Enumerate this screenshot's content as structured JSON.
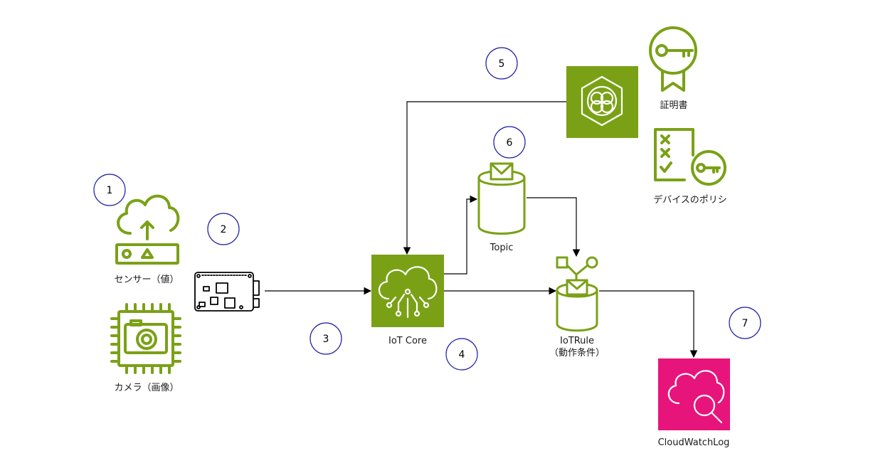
{
  "nodes": {
    "sensor": {
      "label": "センサー（値）",
      "icon": "cloud-upload-sensor-icon"
    },
    "camera": {
      "label": "カメラ（画像）",
      "icon": "camera-chip-icon"
    },
    "board": {
      "label": "",
      "icon": "raspberry-pi-board-icon"
    },
    "iot_core": {
      "label": "IoT Core",
      "icon": "iot-core-icon"
    },
    "topic": {
      "label": "Topic",
      "icon": "topic-icon"
    },
    "iot_rule": {
      "label_line1": "IoTRule",
      "label_line2": "（動作条件）",
      "icon": "iot-rule-icon"
    },
    "device_gateway": {
      "icon": "iot-device-gateway-icon"
    },
    "certificate": {
      "label": "証明書",
      "icon": "certificate-icon"
    },
    "policy": {
      "label": "デバイスのポリシ",
      "icon": "policy-icon"
    },
    "cloudwatch": {
      "label": "CloudWatchLog",
      "icon": "cloudwatch-icon"
    }
  },
  "steps": [
    "1",
    "2",
    "3",
    "4",
    "5",
    "6",
    "7"
  ],
  "colors": {
    "iot_green": "#7aa116",
    "cloudwatch_pink": "#e7157b",
    "step_circle_stroke": "#1c1ca8",
    "connector": "#000000"
  }
}
